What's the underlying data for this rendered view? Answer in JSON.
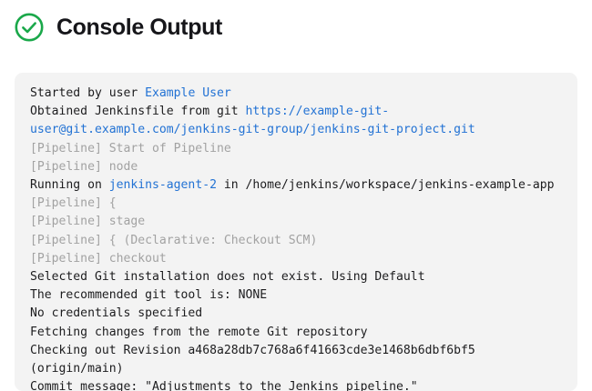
{
  "header": {
    "title": "Console Output",
    "status_icon": "check-circle-icon",
    "status_color": "#1aa84a"
  },
  "console": {
    "background": "#f3f3f3",
    "text_color": "#1c1c1e",
    "muted_color": "#a2a2a2",
    "link_color": "#2272d4",
    "lines": [
      {
        "id": "started-by-user",
        "muted": false,
        "parts": [
          {
            "text": "Started by user ",
            "link": false
          },
          {
            "text": "Example User",
            "link": true
          }
        ]
      },
      {
        "id": "obtained-jenkinsfile",
        "muted": false,
        "parts": [
          {
            "text": "Obtained Jenkinsfile from git ",
            "link": false
          },
          {
            "text": "https://example-git-user@git.example.com/jenkins-git-group/jenkins-git-project.git",
            "link": true
          }
        ]
      },
      {
        "id": "pipeline-start-of-pipeline",
        "muted": true,
        "parts": [
          {
            "text": "[Pipeline] Start of Pipeline",
            "link": false
          }
        ]
      },
      {
        "id": "pipeline-node",
        "muted": true,
        "parts": [
          {
            "text": "[Pipeline] node",
            "link": false
          }
        ]
      },
      {
        "id": "running-on-agent",
        "muted": false,
        "parts": [
          {
            "text": "Running on ",
            "link": false
          },
          {
            "text": "jenkins-agent-2",
            "link": true
          },
          {
            "text": " in /home/jenkins/workspace/jenkins-example-app",
            "link": false
          }
        ]
      },
      {
        "id": "pipeline-open-brace",
        "muted": true,
        "parts": [
          {
            "text": "[Pipeline] {",
            "link": false
          }
        ]
      },
      {
        "id": "pipeline-stage",
        "muted": true,
        "parts": [
          {
            "text": "[Pipeline] stage",
            "link": false
          }
        ]
      },
      {
        "id": "pipeline-declarative-checkout-scm",
        "muted": true,
        "parts": [
          {
            "text": "[Pipeline] { (Declarative: Checkout SCM)",
            "link": false
          }
        ]
      },
      {
        "id": "pipeline-checkout",
        "muted": true,
        "parts": [
          {
            "text": "[Pipeline] checkout",
            "link": false
          }
        ]
      },
      {
        "id": "selected-git-installation",
        "muted": false,
        "parts": [
          {
            "text": "Selected Git installation does not exist. Using Default",
            "link": false
          }
        ]
      },
      {
        "id": "recommended-git-tool",
        "muted": false,
        "parts": [
          {
            "text": "The recommended git tool is: NONE",
            "link": false
          }
        ]
      },
      {
        "id": "no-credentials-specified",
        "muted": false,
        "parts": [
          {
            "text": "No credentials specified",
            "link": false
          }
        ]
      },
      {
        "id": "fetching-changes",
        "muted": false,
        "parts": [
          {
            "text": "Fetching changes from the remote Git repository",
            "link": false
          }
        ]
      },
      {
        "id": "checking-out-revision",
        "muted": false,
        "parts": [
          {
            "text": "Checking out Revision a468a28db7c768a6f41663cde3e1468b6dbf6bf5 (origin/main)",
            "link": false
          }
        ]
      },
      {
        "id": "commit-message",
        "muted": false,
        "parts": [
          {
            "text": "Commit message: \"Adjustments to the Jenkins pipeline.\"",
            "link": false
          }
        ]
      }
    ]
  }
}
